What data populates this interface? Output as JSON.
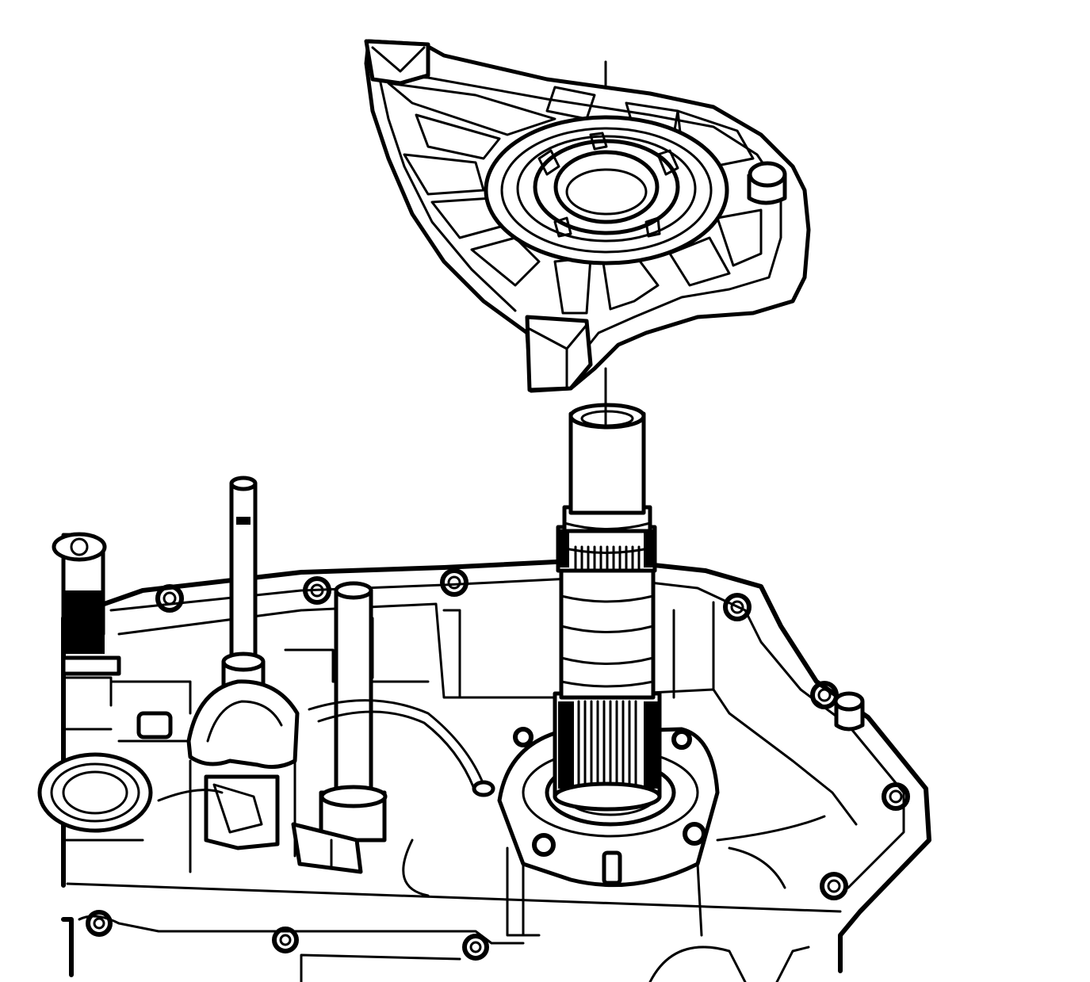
{
  "figure": {
    "colors": {
      "ink": "#000000",
      "paper": "#ffffff"
    },
    "parts": [
      {
        "id": "bearing-retainer-plate",
        "icon": "bearing-retainer-icon"
      },
      {
        "id": "output-shaft",
        "icon": "splined-shaft-icon"
      },
      {
        "id": "transmission-case",
        "icon": "gear-case-icon"
      },
      {
        "id": "shift-rails",
        "icon": "shift-rail-icon"
      },
      {
        "id": "alignment-line",
        "icon": "centerline-icon"
      }
    ]
  }
}
